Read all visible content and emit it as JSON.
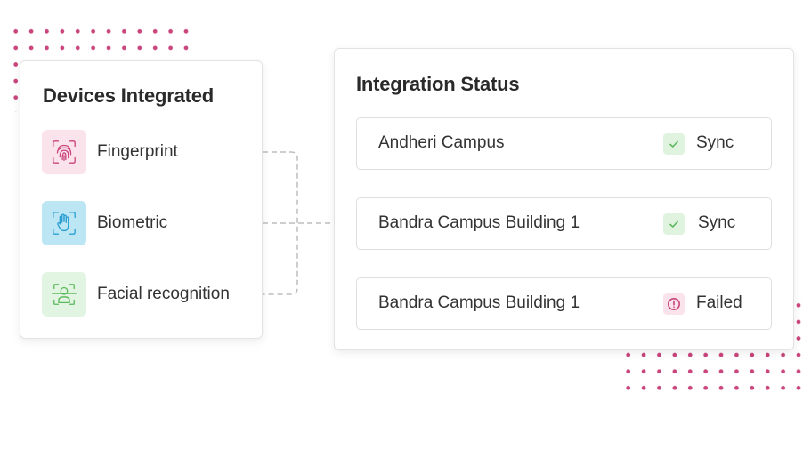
{
  "devices_panel": {
    "title": "Devices Integrated",
    "items": [
      {
        "label": "Fingerprint",
        "icon": "fingerprint-icon",
        "color": "#c9457c"
      },
      {
        "label": "Biometric",
        "icon": "hand-icon",
        "color": "#2b9fd1"
      },
      {
        "label": "Facial recognition",
        "icon": "face-scan-icon",
        "color": "#5cb85c"
      }
    ]
  },
  "status_panel": {
    "title": "Integration Status",
    "rows": [
      {
        "name": "Andheri Campus",
        "status": "Sync",
        "icon": "check-icon",
        "color": "#5cb85c"
      },
      {
        "name": "Bandra Campus Building 1",
        "status": "Sync",
        "icon": "check-icon",
        "color": "#5cb85c"
      },
      {
        "name": "Bandra Campus Building 1",
        "status": "Failed",
        "icon": "alert-circle-icon",
        "color": "#c9457c"
      }
    ]
  },
  "theme": {
    "accent": "#c9457c",
    "connector": "#bdbdbd"
  }
}
